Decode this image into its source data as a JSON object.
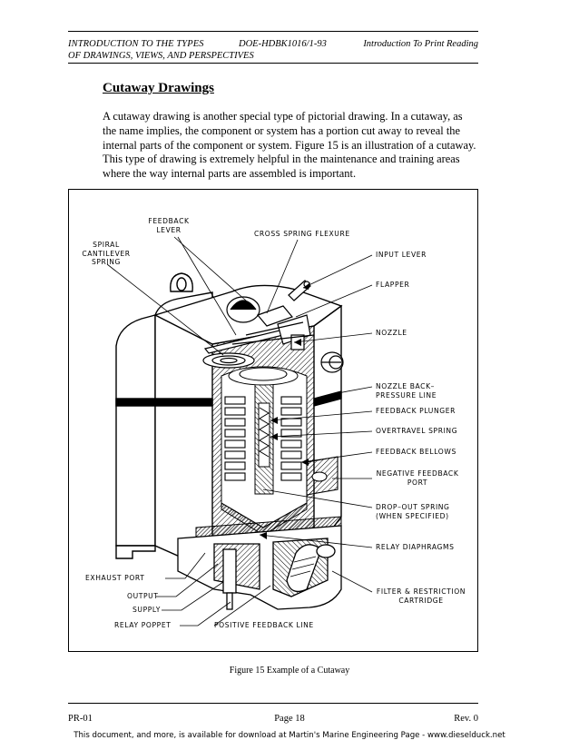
{
  "header": {
    "left_line1": "INTRODUCTION TO THE TYPES",
    "left_line2": "OF DRAWINGS, VIEWS, AND PERSPECTIVES",
    "center": "DOE-HDBK1016/1-93",
    "right": "Introduction To Print Reading"
  },
  "section": {
    "title": "Cutaway Drawings",
    "paragraph": "A cutaway drawing is another special type of pictorial drawing. In a cutaway, as the name implies, the component or system has a portion cut away to reveal the internal parts of the component or system. Figure 15 is an illustration of a cutaway. This type of drawing is extremely helpful in the maintenance and training areas where the way internal parts are assembled is important."
  },
  "figure": {
    "caption": "Figure 15  Example of a Cutaway",
    "labels": {
      "feedback_lever_1": "FEEDBACK",
      "feedback_lever_2": "LEVER",
      "cross_spring_flexure": "CROSS SPRING FLEXURE",
      "spiral_1": "SPIRAL",
      "spiral_2": "CANTILEVER",
      "spiral_3": "SPRING",
      "input_lever": "INPUT LEVER",
      "flapper": "FLAPPER",
      "nozzle": "NOZZLE",
      "nozzle_back_1": "NOZZLE BACK–",
      "nozzle_back_2": "PRESSURE LINE",
      "feedback_plunger": "FEEDBACK PLUNGER",
      "overtravel_spring": "OVERTRAVEL SPRING",
      "feedback_bellows": "FEEDBACK BELLOWS",
      "neg_feedback_1": "NEGATIVE FEEDBACK",
      "neg_feedback_2": "PORT",
      "dropout_1": "DROP–OUT SPRING",
      "dropout_2": "(WHEN SPECIFIED)",
      "relay_diaphragms": "RELAY DIAPHRAGMS",
      "exhaust_port": "EXHAUST PORT",
      "output": "OUTPUT",
      "supply": "SUPPLY",
      "relay_poppet": "RELAY POPPET",
      "positive_feedback_line": "POSITIVE FEEDBACK LINE",
      "filter_1": "FILTER & RESTRICTION",
      "filter_2": "CARTRIDGE"
    }
  },
  "footer": {
    "left": "PR-01",
    "center": "Page 18",
    "right": "Rev. 0",
    "download_note": "This document, and more, is available for download at Martin's Marine Engineering Page - www.dieselduck.net"
  }
}
